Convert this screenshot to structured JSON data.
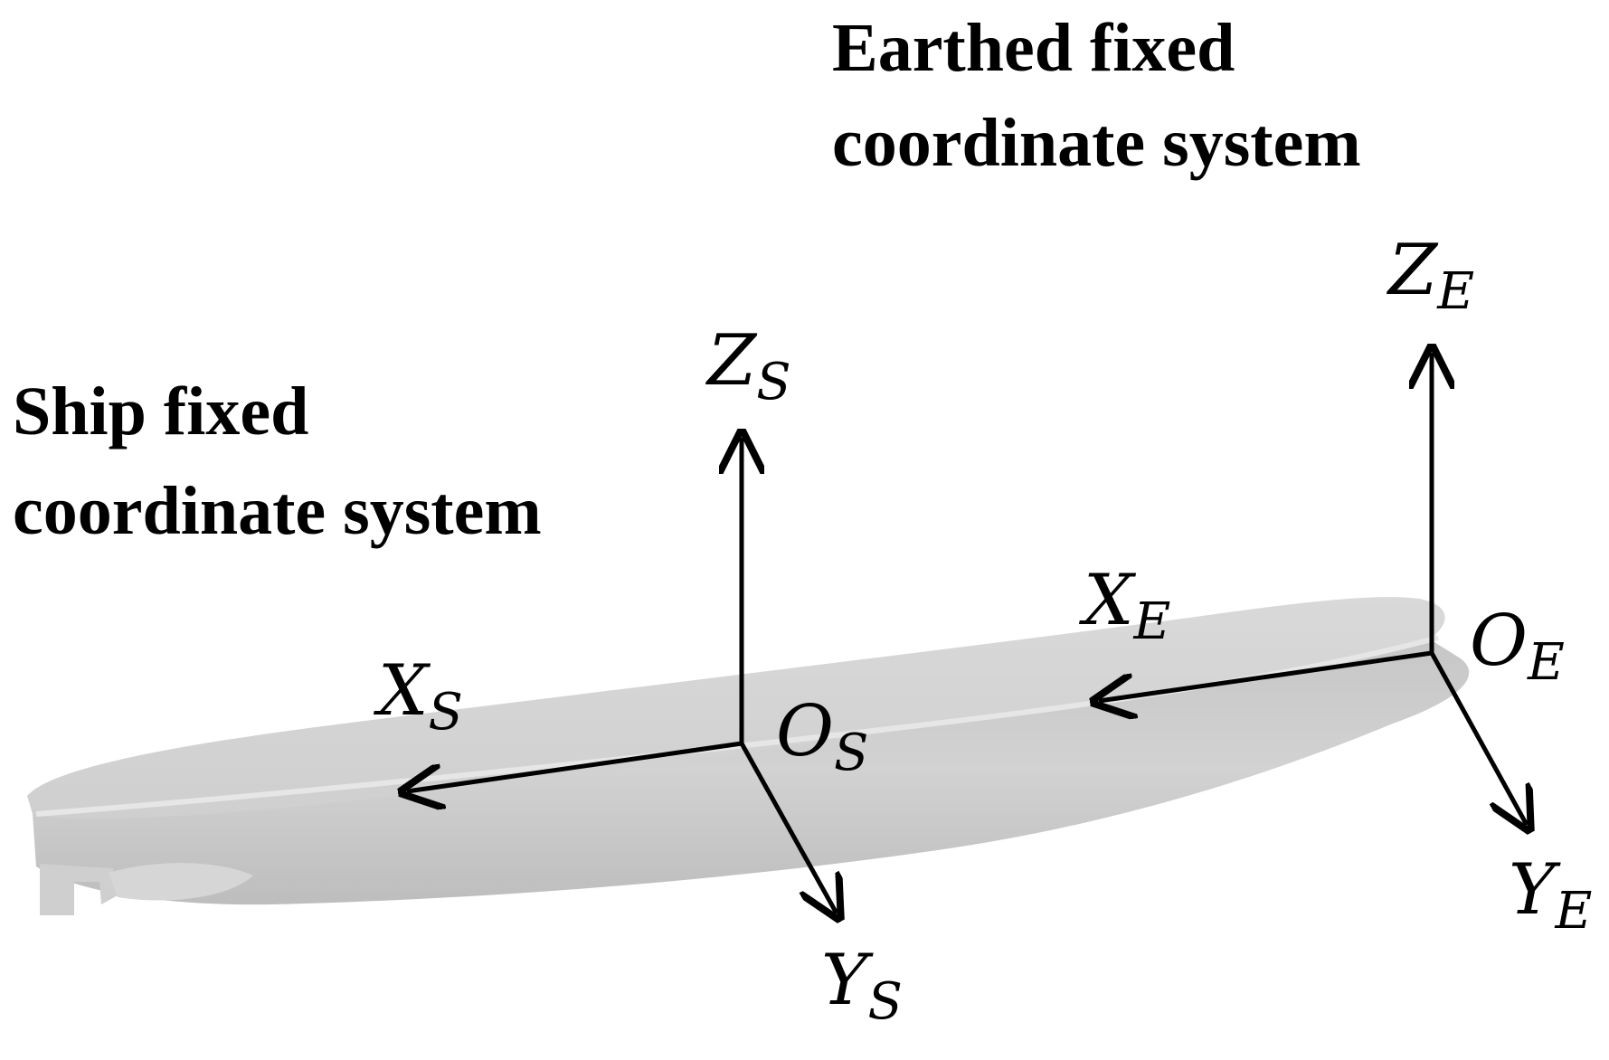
{
  "labels": {
    "earth_title_line1": "Earthed fixed",
    "earth_title_line2": "coordinate system",
    "ship_title_line1": "Ship fixed",
    "ship_title_line2": "coordinate system"
  },
  "ship_axes": {
    "z": {
      "main": "Z",
      "sub": "S"
    },
    "x": {
      "main": "X",
      "sub": "S"
    },
    "y": {
      "main": "Y",
      "sub": "S"
    },
    "origin": {
      "main": "O",
      "sub": "S"
    }
  },
  "earth_axes": {
    "z": {
      "main": "Z",
      "sub": "E"
    },
    "x": {
      "main": "X",
      "sub": "E"
    },
    "y": {
      "main": "Y",
      "sub": "E"
    },
    "origin": {
      "main": "O",
      "sub": "E"
    }
  },
  "colors": {
    "hull_light": "#dcdcdc",
    "hull_mid": "#c9c9c9",
    "hull_dark": "#b5b5b5",
    "axis": "#000000"
  }
}
